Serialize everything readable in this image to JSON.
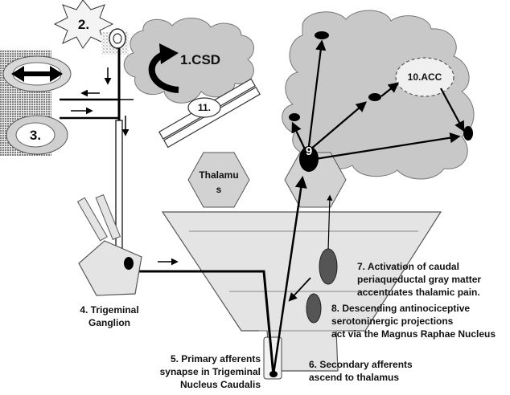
{
  "labels": {
    "n2": "2.",
    "csd": "1.CSD",
    "n3": "3.",
    "n11": "11.",
    "acc": "10.ACC",
    "n9": "9",
    "thalamus_line1": "Thalamu",
    "thalamus_line2": "s",
    "n7_line1": "7. Activation of caudal",
    "n7_line2": "periaqueductal gray matter",
    "n7_line3": "accentuates thalamic pain.",
    "n8_line1": "8. Descending antinociceptive",
    "n8_line2": "serotoninergic projections",
    "n8_line3": "act via the Magnus Raphae Nucleus",
    "n4_line1": "4. Trigeminal",
    "n4_line2": "Ganglion",
    "n5_line1": "5. Primary afferents",
    "n5_line2": "synapse in Trigeminal",
    "n5_line3": "Nucleus Caudalis",
    "n6_line1": "6. Secondary afferents",
    "n6_line2": "ascend to thalamus"
  },
  "colors": {
    "cloud_fill": "#c8c8c8",
    "brainstem_fill": "#e4e4e4",
    "hexagon_fill": "#d2d2d2",
    "nucleus_fill": "#555555",
    "line": "#000000"
  }
}
